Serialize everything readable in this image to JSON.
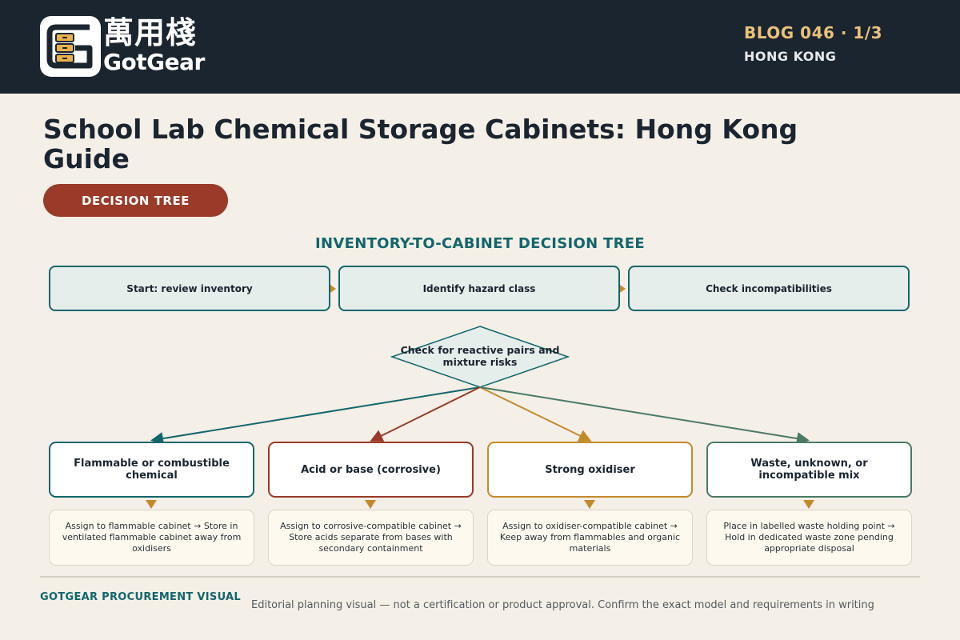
{
  "header": {
    "logo_cn": "萬用棧",
    "logo_en": "GotGear",
    "blog_number": "BLOG 046 · 1/3",
    "region": "HONG KONG"
  },
  "title": "School Lab Chemical Storage Cabinets: Hong Kong Guide",
  "badge": "DECISION TREE",
  "diagram": {
    "title": "INVENTORY-TO-CABINET DECISION TREE",
    "steps": [
      "Start: review inventory",
      "Identify hazard class",
      "Check incompatibilities"
    ],
    "decision": "Check for reactive pairs and mixture risks",
    "branches": [
      {
        "category": "Flammable or combustible chemical",
        "action": "Assign to flammable cabinet → Store in ventilated flammable cabinet away from oxidisers",
        "color": "#12666b"
      },
      {
        "category": "Acid or base (corrosive)",
        "action": "Assign to corrosive-compatible cabinet → Store acids separate from bases with secondary containment",
        "color": "#9a3a28"
      },
      {
        "category": "Strong oxidiser",
        "action": "Assign to oxidiser-compatible cabinet → Keep away from flammables and organic materials",
        "color": "#c48a2a"
      },
      {
        "category": "Waste, unknown, or incompatible mix",
        "action": "Place in labelled waste holding point → Hold in dedicated waste zone pending appropriate disposal",
        "color": "#4a7a66"
      }
    ]
  },
  "footer": {
    "brand": "GOTGEAR PROCUREMENT VISUAL",
    "note": "Editorial planning visual — not a certification or product approval. Confirm the exact model and requirements in writing"
  },
  "colors": {
    "header_bg": "#1b2530",
    "accent_gold": "#e9c27a",
    "teal": "#12666b",
    "rust": "#9a3a28",
    "page_bg": "#f4efe7"
  }
}
